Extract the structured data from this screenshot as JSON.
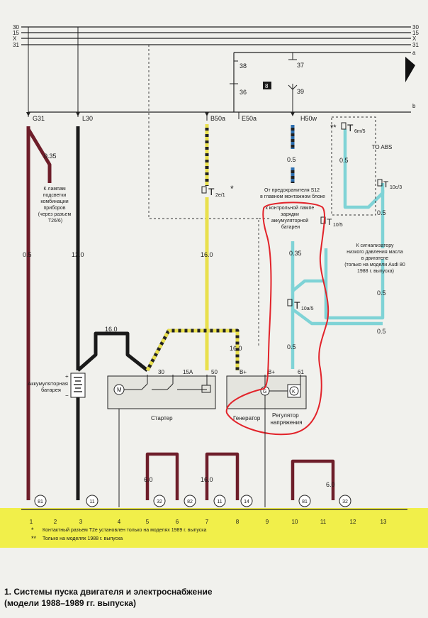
{
  "bus": {
    "labels_left": [
      "30",
      "15",
      "X",
      "31"
    ],
    "labels_right": [
      "30",
      "15",
      "X",
      "31",
      "a",
      "b"
    ]
  },
  "relays": {
    "r38": "38",
    "r36": "36",
    "r37": "37",
    "r39": "39",
    "r8": "8"
  },
  "wire_labels": {
    "g31": "G31",
    "l30": "L30",
    "b50a": "B50a",
    "e50a": "E50a",
    "h50w": "H50w",
    "w035_g31": "0.35",
    "w05_g31": "0.5",
    "w120": "12.0",
    "w160_bat": "16.0",
    "w160_b50a": "16.0",
    "w160_gen": "16.0",
    "w05_h50w_top": "0.5",
    "w035_gen": "0.35",
    "w05_gen": "0.5",
    "w05_cyan_top": "0.5",
    "w05_cyan_mid": "0.5",
    "w05_cyan_r1": "0.5",
    "w05_cyan_r2": "0.5",
    "w60_left": "6.0",
    "w160_mid": "16.0",
    "w60_right": "6.0"
  },
  "connectors": {
    "t2e1": "T",
    "t2e1_sub": "2e/1",
    "t2e1_star": "*",
    "t6m5": "T",
    "t6m5_sub": "6m/5",
    "t6m5_stars": "**",
    "t10c3": "T",
    "t10c3_sub": "10c/3",
    "t105": "T",
    "t105_sub": "10/5",
    "t10a5": "T",
    "t10a5_sub": "10a/5",
    "to_abs": "TO ABS"
  },
  "notes": {
    "lamp_lines": [
      "К лампам",
      "подсветки",
      "комбинации",
      "приборов",
      "(через разъем",
      "T26/6)"
    ],
    "fuse_lines": [
      "От предохранителя S12",
      "в главном монтажном блоке"
    ],
    "charge_lines": [
      "к контрольной лампе",
      "зарядки",
      "аккумуляторной",
      "батареи"
    ],
    "oil_lines": [
      "К сигнализатору",
      "низкого давления масла",
      "в двигателе",
      "(только на модели Audi 80",
      "1988 г. выпуска)"
    ]
  },
  "components": {
    "battery_lines": [
      "Аккумуляторная",
      "батарея"
    ],
    "battery_plus": "+",
    "battery_minus": "−",
    "starter": "Стартер",
    "starter_motor": "M",
    "starter_t30": "30",
    "starter_t15a": "15A",
    "starter_t50": "50",
    "generator": "Генератор",
    "gen_bplus_1": "B+",
    "gen_bplus_2": "B+",
    "gen_t61": "61",
    "gen_g": "G",
    "gen_k": "K",
    "regulator_lines": [
      "Регулятор",
      "напряжения"
    ]
  },
  "ground_circles": {
    "c1": "81",
    "c2": "11",
    "c3": "32",
    "c4": "82",
    "c5": "11",
    "c6": "14",
    "c7": "81",
    "c8": "32"
  },
  "bottom": {
    "numbers": [
      "1",
      "2",
      "3",
      "4",
      "5",
      "6",
      "7",
      "8",
      "9",
      "10",
      "11",
      "12",
      "13"
    ],
    "note1_mark": "*",
    "note1": "Контактный разъем T2e установлен только на моделях 1989 г. выпуска",
    "note2_mark": "**",
    "note2": "Только на моделях 1988 г. выпуска"
  },
  "caption": {
    "line1": "1. Системы пуска двигателя и электроснабжение",
    "line2": "(модели 1988–1989 гг. выпуска)"
  },
  "colors": {
    "wire_red": "#6e1e2a",
    "wire_black": "#1a1a1a",
    "wire_yellow": "#e9e04d",
    "wire_cyan": "#7fd3d6",
    "wire_blue": "#2d6fb0",
    "band_yellow": "#f1ef4a",
    "highlight_red": "#e2232a",
    "background": "#f1f1ed"
  }
}
